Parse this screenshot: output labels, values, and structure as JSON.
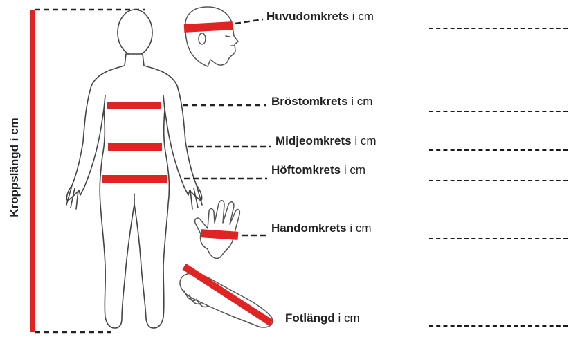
{
  "vertical_label": "Kroppslängd i cm",
  "labels": {
    "head": {
      "text": "Huvudomkrets",
      "unit": "i cm"
    },
    "chest": {
      "text": "Bröstomkrets",
      "unit": "i cm"
    },
    "waist": {
      "text": "Midjeomkrets",
      "unit": "i cm"
    },
    "hip": {
      "text": "Höftomkrets",
      "unit": "i cm"
    },
    "hand": {
      "text": "Handomkrets",
      "unit": "i cm"
    },
    "foot": {
      "text": "Fotlängd",
      "unit": "i cm"
    }
  },
  "colors": {
    "measure_band": "#e02424",
    "outline": "#444444",
    "dash": "#222222"
  }
}
